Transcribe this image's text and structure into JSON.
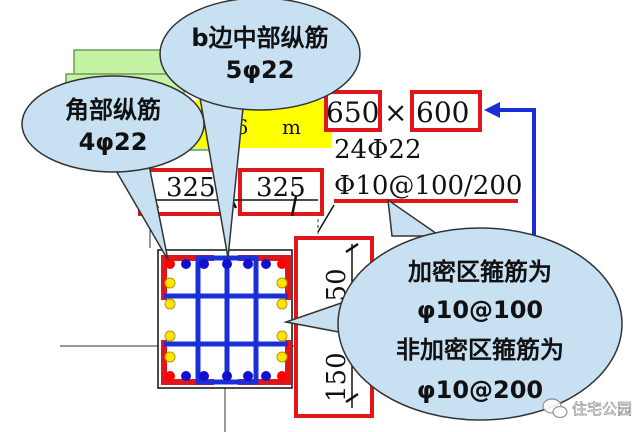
{
  "colors": {
    "red": "#e0161b",
    "blue": "#1b2fd8",
    "bubble_fill": "#c7e0f2",
    "green_box": "#c6f2a6",
    "yellow_bar": "#ffff00",
    "rebar_yellow": "#ffe500",
    "rebar_red": "#ff0000",
    "rebar_blue": "#1010d0"
  },
  "callouts": {
    "b_side": {
      "line1": "b边中部纵筋",
      "line2": "5φ22"
    },
    "corner": {
      "line1": "角部纵筋",
      "line2": "4φ22"
    },
    "stirrup": {
      "line1": "加密区箍筋为",
      "line2": "φ10@100",
      "line3": "非加密区箍筋为",
      "line4": "φ10@200"
    }
  },
  "spec": {
    "section_b": "650",
    "times": "×",
    "section_h": "600",
    "reinforcement": "24Φ22",
    "stirrup": "Φ10@100/200"
  },
  "dimensions": {
    "left_width": "325",
    "right_width": "325",
    "side_top": "150",
    "side_bottom": "150"
  },
  "background_label": {
    "fragment": "h=6",
    "fragment2": "m"
  },
  "watermark": {
    "text": "住宅公园",
    "icon": "wechat-icon"
  }
}
